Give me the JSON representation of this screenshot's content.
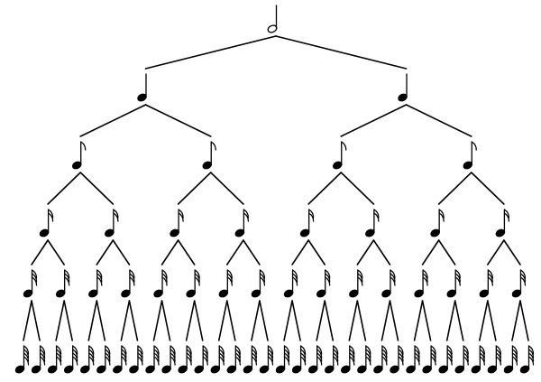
{
  "diagram": {
    "type": "binary-tree",
    "levels": [
      {
        "note": "half-note",
        "count": 1
      },
      {
        "note": "quarter-note",
        "count": 2
      },
      {
        "note": "eighth-note",
        "count": 4
      },
      {
        "note": "sixteenth-note",
        "count": 8
      },
      {
        "note": "thirty-second-note",
        "count": 16
      },
      {
        "note": "sixty-fourth-note",
        "count": 32
      }
    ],
    "colors": {
      "ink": "#000000",
      "background": "#ffffff"
    }
  }
}
